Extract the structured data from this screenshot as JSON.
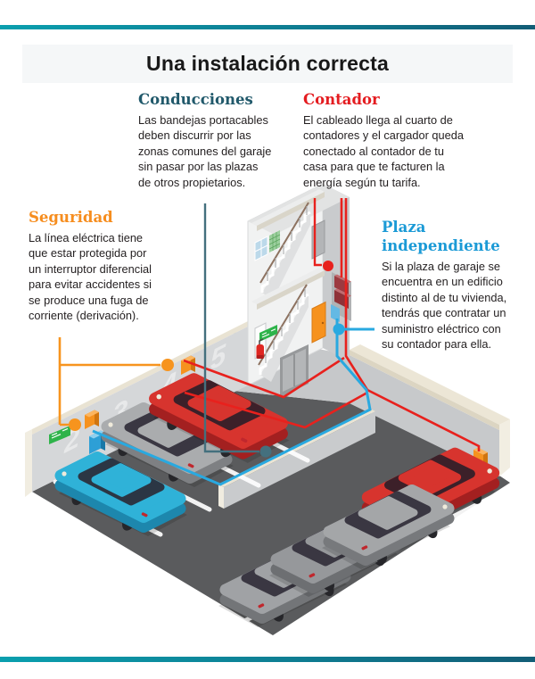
{
  "title": "Una instalación correcta",
  "callouts": {
    "conducciones": {
      "heading": "Conducciones",
      "body": "Las bandejas portacables\ndeben discurrir por las\nzonas comunes del garaje\nsin  pasar por las plazas\nde otros propietarios."
    },
    "contador": {
      "heading": "Contador",
      "body": "El cableado llega al cuarto de\ncontadores y el cargador queda\nconectado al contador de tu\ncasa para que te facturen la\nenergía según tu tarifa."
    },
    "seguridad": {
      "heading": "Seguridad",
      "body": "La línea eléctrica tiene\nque estar protegida por\nun interruptor diferencial\npara evitar accidentes si\nse produce una fuga de\ncorriente (derivación)."
    },
    "plaza": {
      "heading": "Plaza\nindependiente",
      "body": "Si la plaza de garaje se\nencuentra en un edificio\ndistinto al de tu vivienda,\ntendrás que contratar un\nsuministro eléctrico con\nsu contador para ella."
    }
  },
  "scene": {
    "stall_numbers": [
      "2",
      "3",
      "4",
      "5"
    ]
  },
  "palette": {
    "accent_teal_bar_left": "#0a9fae",
    "accent_teal_bar_right": "#125d76",
    "heading_conducciones": "#21596b",
    "heading_contador": "#e41c20",
    "heading_seguridad": "#f68d1e",
    "heading_plaza": "#1b9ad6",
    "cable_red": "#e8211d",
    "cable_blue": "#29a9e0",
    "leader_slate": "#44707e",
    "leader_orange": "#f7941e",
    "floor_gray": "#5a5b5d"
  }
}
